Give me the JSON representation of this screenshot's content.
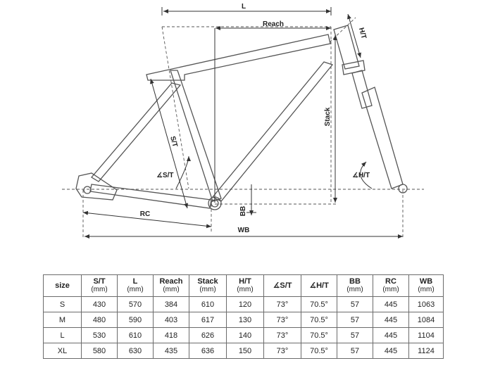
{
  "labels": {
    "L": "L",
    "Reach": "Reach",
    "HT": "H/T",
    "Stack": "Stack",
    "ST": "S/T",
    "angleST": "∡S/T",
    "angleHT": "∡H/T",
    "BB": "BB",
    "RC": "RC",
    "WB": "WB"
  },
  "table": {
    "headers": [
      {
        "label": "size",
        "unit": ""
      },
      {
        "label": "S/T",
        "unit": "(mm)"
      },
      {
        "label": "L",
        "unit": "(mm)"
      },
      {
        "label": "Reach",
        "unit": "(mm)"
      },
      {
        "label": "Stack",
        "unit": "(mm)"
      },
      {
        "label": "H/T",
        "unit": "(mm)"
      },
      {
        "label": "∡S/T",
        "unit": ""
      },
      {
        "label": "∡H/T",
        "unit": ""
      },
      {
        "label": "BB",
        "unit": "(mm)"
      },
      {
        "label": "RC",
        "unit": "(mm)"
      },
      {
        "label": "WB",
        "unit": "(mm)"
      }
    ],
    "rows": [
      [
        "S",
        "430",
        "570",
        "384",
        "610",
        "120",
        "73°",
        "70.5°",
        "57",
        "445",
        "1063"
      ],
      [
        "M",
        "480",
        "590",
        "403",
        "617",
        "130",
        "73°",
        "70.5°",
        "57",
        "445",
        "1084"
      ],
      [
        "L",
        "530",
        "610",
        "418",
        "626",
        "140",
        "73°",
        "70.5°",
        "57",
        "445",
        "1104"
      ],
      [
        "XL",
        "580",
        "630",
        "435",
        "636",
        "150",
        "73°",
        "70.5°",
        "57",
        "445",
        "1124"
      ]
    ]
  }
}
